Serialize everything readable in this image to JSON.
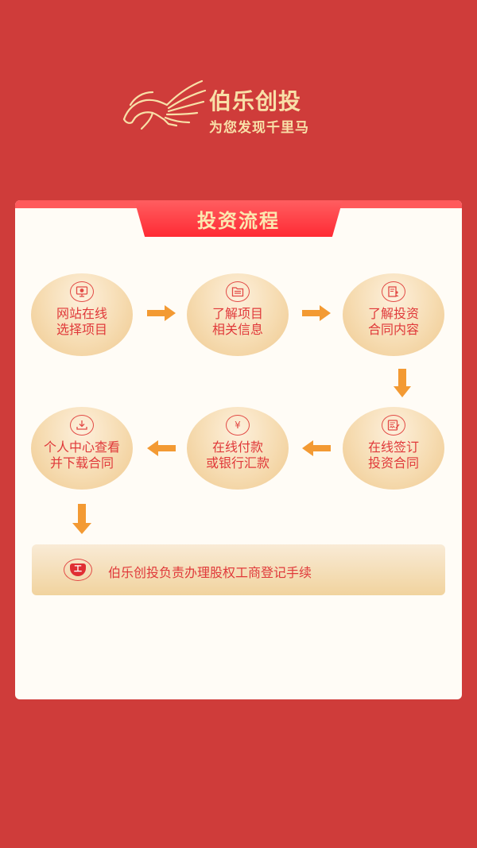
{
  "brand": {
    "name": "伯乐创投",
    "slogan": "为您发现千里马",
    "logo_icon": "winged-horse-icon",
    "text_color": "#f8e0a8"
  },
  "colors": {
    "background": "#cf3c3a",
    "card": "#fffcf6",
    "title_tab": "#ff2a34",
    "step_text": "#e0393a",
    "arrow": "#f39a33"
  },
  "section": {
    "title": "投资流程"
  },
  "steps": [
    {
      "line1": "网站在线",
      "line2": "选择项目",
      "icon": "monitor-icon"
    },
    {
      "line1": "了解项目",
      "line2": "相关信息",
      "icon": "folder-list-icon"
    },
    {
      "line1": "了解投资",
      "line2": "合同内容",
      "icon": "document-user-icon"
    },
    {
      "line1": "在线签订",
      "line2": "投资合同",
      "icon": "sign-document-icon"
    },
    {
      "line1": "在线付款",
      "line2": "或银行汇款",
      "icon": "yen-icon",
      "glyph": "¥"
    },
    {
      "line1": "个人中心查看",
      "line2": "并下载合同",
      "icon": "download-icon"
    }
  ],
  "final_step": {
    "text": "伯乐创投负责办理股权工商登记手续",
    "icon": "business-badge-icon",
    "glyph": "工"
  }
}
